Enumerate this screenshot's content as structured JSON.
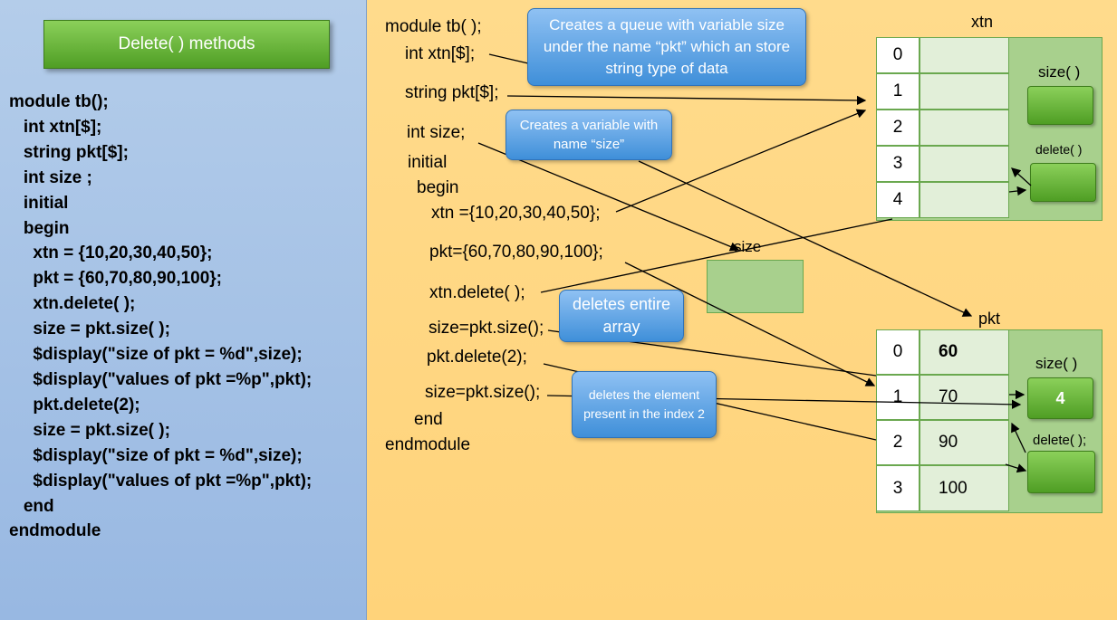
{
  "left_panel": {
    "title_button": "Delete( ) methods",
    "code_lines": [
      "module tb();",
      "   int xtn[$];",
      "   string pkt[$];",
      "   int size ;",
      "   initial",
      "   begin",
      "     xtn = {10,20,30,40,50};",
      "     pkt = {60,70,80,90,100};",
      "     xtn.delete( );",
      "     size = pkt.size( );",
      "     $display(\"size of pkt = %d\",size);",
      "     $display(\"values of pkt =%p\",pkt);",
      "     pkt.delete(2);",
      "     size = pkt.size( );",
      "     $display(\"size of pkt = %d\",size);",
      "     $display(\"values of pkt =%p\",pkt);",
      "   end",
      "endmodule"
    ]
  },
  "right_code": {
    "l1": "module tb( );",
    "l2": "int xtn[$];",
    "l3": "string pkt[$];",
    "l4": "int size;",
    "l5": "initial",
    "l6": "begin",
    "l7": "xtn ={10,20,30,40,50};",
    "l8": "pkt={60,70,80,90,100};",
    "l9": "xtn.delete( );",
    "l10": "size=pkt.size();",
    "l11": "pkt.delete(2);",
    "l12": "size=pkt.size();",
    "l13": "end",
    "l14": "endmodule"
  },
  "callouts": {
    "queue": "Creates a queue with variable size under the name “pkt” which an store string type of data",
    "variable": "Creates a variable with name “size”",
    "deletes_entire": "deletes entire array",
    "deletes_element": "deletes the element present in the index 2"
  },
  "xtn_table": {
    "label": "xtn",
    "indices": [
      "0",
      "1",
      "2",
      "3",
      "4"
    ],
    "values": [
      "",
      "",
      "",
      "",
      ""
    ],
    "size_label": "size( )",
    "delete_label": "delete( )"
  },
  "size_var": {
    "label": "size"
  },
  "pkt_table": {
    "label": "pkt",
    "indices": [
      "0",
      "1",
      "2",
      "3"
    ],
    "values": [
      "60",
      "70",
      "90",
      "100"
    ],
    "size_label": "size( )",
    "size_value": "4",
    "delete_label": "delete( );"
  },
  "colors": {
    "left_bg": "#a9c4e8",
    "right_bg": "#ffd680",
    "green": "#6ab43c",
    "callout_blue": "#5aa3e8"
  }
}
